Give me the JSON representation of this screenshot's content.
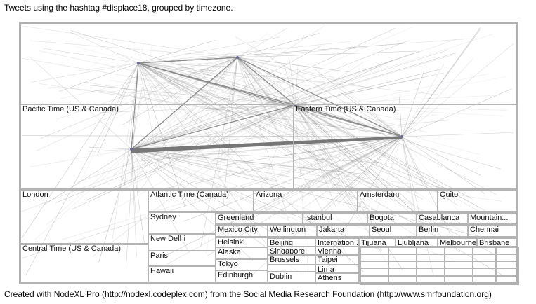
{
  "title": "Tweets using the hashtag #displace18, grouped by timezone.",
  "footer": "Created with NodeXL Pro (http://nodexl.codeplex.com) from the Social Media Research Foundation (http://www.smrfoundation.org)",
  "groups": {
    "pacific": "Pacific Time (US & Canada)",
    "eastern": "Eastern Time (US & Canada)",
    "london": "London",
    "central": "Central Time (US & Canada)",
    "atlantic": "Atlantic Time (Canada)",
    "arizona": "Arizona",
    "amsterdam": "Amsterdam",
    "quito": "Quito",
    "sydney": "Sydney",
    "new_delhi": "New Delhi",
    "paris": "Paris",
    "hawaii": "Hawaii",
    "greenland": "Greenland",
    "istanbul": "Istanbul",
    "bogota": "Bogota",
    "casablanca": "Casablanca",
    "mountain": "Mountain...",
    "mexico_city": "Mexico City",
    "wellington": "Wellington",
    "jakarta": "Jakarta",
    "seoul": "Seoul",
    "berlin": "Berlin",
    "chennai": "Chennai",
    "helsinki": "Helsinki",
    "alaska": "Alaska",
    "tokyo": "Tokyo",
    "edinburgh": "Edinburgh",
    "beijing": "Beijing",
    "singapore": "Singapore",
    "brussels": "Brussels",
    "dublin": "Dublin",
    "international": "Internation...",
    "vienna": "Vienna",
    "taipei": "Taipei",
    "lima": "Lima",
    "athens": "Athens",
    "tijuana": "Tijuana",
    "ljubljana": "Ljubljana",
    "melbourne": "Melbourne",
    "brisbane": "Brisbane"
  },
  "colors": {
    "edge": "#8c8c8c",
    "box": "#b4b4b4"
  }
}
